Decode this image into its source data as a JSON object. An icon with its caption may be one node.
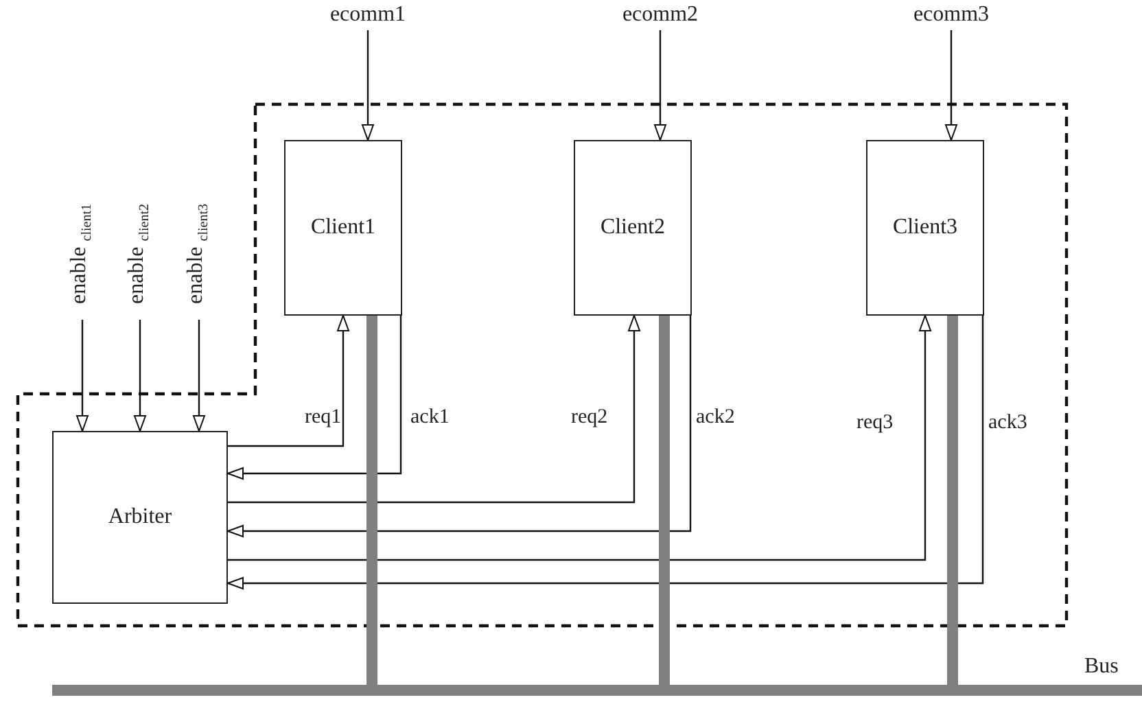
{
  "diagram": {
    "nodes": [
      {
        "text": [],
        "shape": "box"
      },
      {
        "text": [
          "Client1"
        ],
        "in": 0
      },
      {
        "text": [
          "Client2"
        ],
        "in": 0
      },
      {
        "text": [
          "Client3"
        ],
        "in": 0
      },
      {
        "text": [
          "Arbiter"
        ],
        "in": 0
      },
      {
        "text": [
          "ecomm1"
        ]
      },
      {
        "text": [
          "ecomm2"
        ]
      },
      {
        "text": [
          "ecomm3"
        ]
      },
      {
        "text": [
          "enable $_{client1}$"
        ]
      },
      {
        "text": [
          "enable $_{client2}$"
        ]
      },
      {
        "text": [
          "enable $_{client3}$"
        ]
      },
      {
        "text": [],
        "shape": "bar",
        "beside": [
          "Bus"
        ]
      }
    ],
    "edges": [
      {
        "from": 5,
        "to": 1,
        "arrow": "to"
      },
      {
        "from": 6,
        "to": 2,
        "arrow": "to"
      },
      {
        "from": 7,
        "to": 3,
        "arrow": "to"
      },
      {
        "from": 8,
        "to": 4,
        "arrow": "to"
      },
      {
        "from": 9,
        "to": 4,
        "arrow": "to"
      },
      {
        "from": 10,
        "to": 4,
        "arrow": "to"
      },
      {
        "from": 4,
        "to": 1,
        "arrow": "to",
        "label": "req1"
      },
      {
        "from": 1,
        "to": 4,
        "arrow": "to",
        "label": "ack1"
      },
      {
        "from": 4,
        "to": 2,
        "arrow": "to",
        "label": "req2"
      },
      {
        "from": 2,
        "to": 4,
        "arrow": "to",
        "label": "ack2"
      },
      {
        "from": 4,
        "to": 3,
        "arrow": "to",
        "label": "req3"
      },
      {
        "from": 3,
        "to": 4,
        "arrow": "to",
        "label": "ack3"
      },
      {
        "from": 1,
        "to": 11,
        "arrow": "none",
        "style": "thick",
        "color": "#808080"
      },
      {
        "from": 2,
        "to": 11,
        "arrow": "none",
        "style": "thick",
        "color": "#808080"
      },
      {
        "from": 3,
        "to": 11,
        "arrow": "none",
        "style": "thick",
        "color": "#808080"
      }
    ]
  }
}
